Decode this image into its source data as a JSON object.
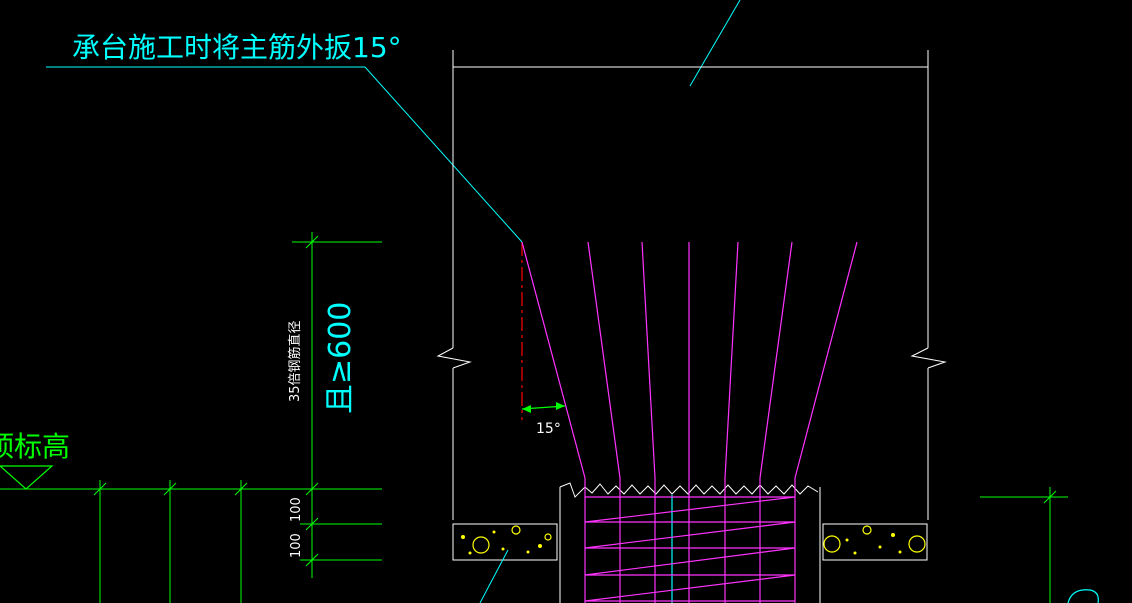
{
  "annotations": {
    "main_note": "承台施工时将主筋外扳15°",
    "left_elevation_label": "顶标高",
    "vertical_dim_small": "35倍钢筋直径",
    "vertical_dim_large": "且≥600",
    "angle_label": "15°",
    "dim_100_upper": "100",
    "dim_100_lower": "100"
  },
  "colors": {
    "background": "#000000",
    "cyan_leader": "#00ffff",
    "white_outline": "#ffffff",
    "magenta_rebar": "#ff33ff",
    "green_dims": "#00ff00",
    "yellow_hatch": "#ffff00",
    "red_centerline": "#ff0000"
  }
}
